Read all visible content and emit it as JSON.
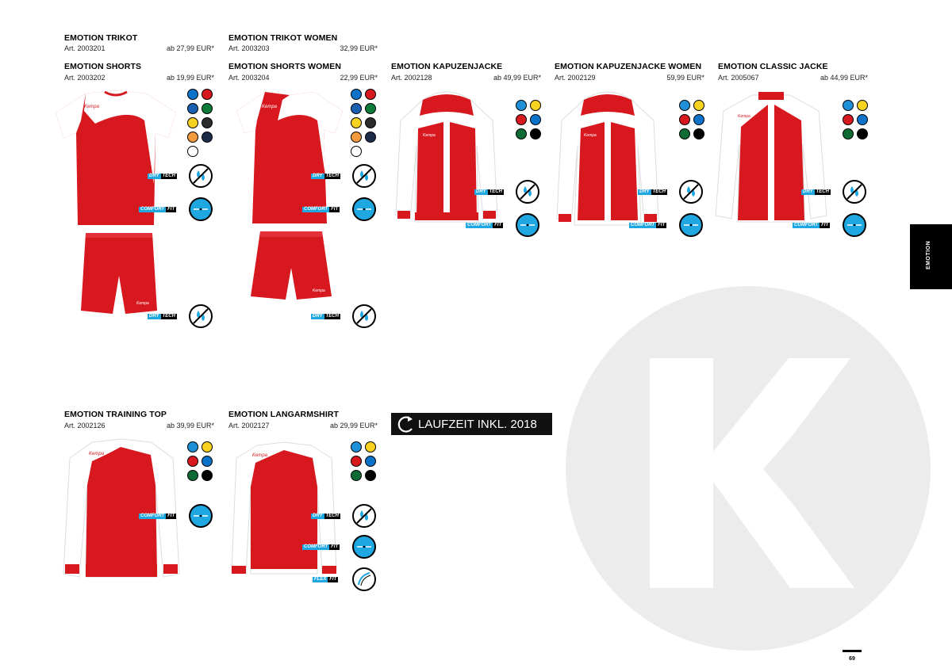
{
  "products": [
    {
      "id": "trikot",
      "title": "EMOTION TRIKOT",
      "art": "Art. 2003201",
      "price": "ab 27,99 EUR*"
    },
    {
      "id": "shorts",
      "title": "EMOTION SHORTS",
      "art": "Art. 2003202",
      "price": "ab 19,99 EUR*"
    },
    {
      "id": "trikot_women",
      "title": "EMOTION TRIKOT WOMEN",
      "art": "Art. 2003203",
      "price": "32,99 EUR*"
    },
    {
      "id": "shorts_women",
      "title": "EMOTION SHORTS WOMEN",
      "art": "Art. 2003204",
      "price": "22,99 EUR*"
    },
    {
      "id": "kapuzenjacke",
      "title": "EMOTION KAPUZENJACKE",
      "art": "Art. 2002128",
      "price": "ab 49,99 EUR*"
    },
    {
      "id": "kapuzenjacke_women",
      "title": "EMOTION KAPUZENJACKE WOMEN",
      "art": "Art. 2002129",
      "price": "59,99 EUR*"
    },
    {
      "id": "classic_jacke",
      "title": "EMOTION CLASSIC JACKE",
      "art": "Art. 2005067",
      "price": "ab 44,99 EUR*"
    },
    {
      "id": "training_top",
      "title": "EMOTION TRAINING TOP",
      "art": "Art. 2002126",
      "price": "ab 39,99 EUR*"
    },
    {
      "id": "langarmshirt",
      "title": "EMOTION LANGARMSHIRT",
      "art": "Art. 2002127",
      "price": "ab 29,99 EUR*"
    }
  ],
  "badges": {
    "dry": [
      "DRY",
      "TECH"
    ],
    "comfort": [
      "COMFORT",
      "FIT"
    ],
    "flex": [
      "FLEX",
      "FIT"
    ]
  },
  "garment_brand": "Kempa",
  "laufzeit": "LAUFZEIT INKL. 2018",
  "side_tab": "EMOTION",
  "page_number": "69",
  "colors": {
    "red": "#d7181f",
    "white": "#ffffff",
    "blue": "#0a73c9",
    "royal": "#1a5fb0",
    "green": "#0b7a3a",
    "darkgreen": "#0e6b33",
    "yellow": "#f7d21e",
    "anthracite": "#2b2b2b",
    "orange": "#f39a3c",
    "navy": "#1c2a4a",
    "black": "#000000",
    "lightblue": "#1e90d8",
    "cyan_badge": "#1ea7e0"
  },
  "swatch_sets": {
    "trikot": [
      "blue",
      "red",
      "royal",
      "green",
      "yellow",
      "anthracite",
      "orange",
      "navy",
      "white"
    ],
    "jacke": [
      "lightblue",
      "yellow",
      "red",
      "blue",
      "darkgreen",
      "black"
    ]
  }
}
